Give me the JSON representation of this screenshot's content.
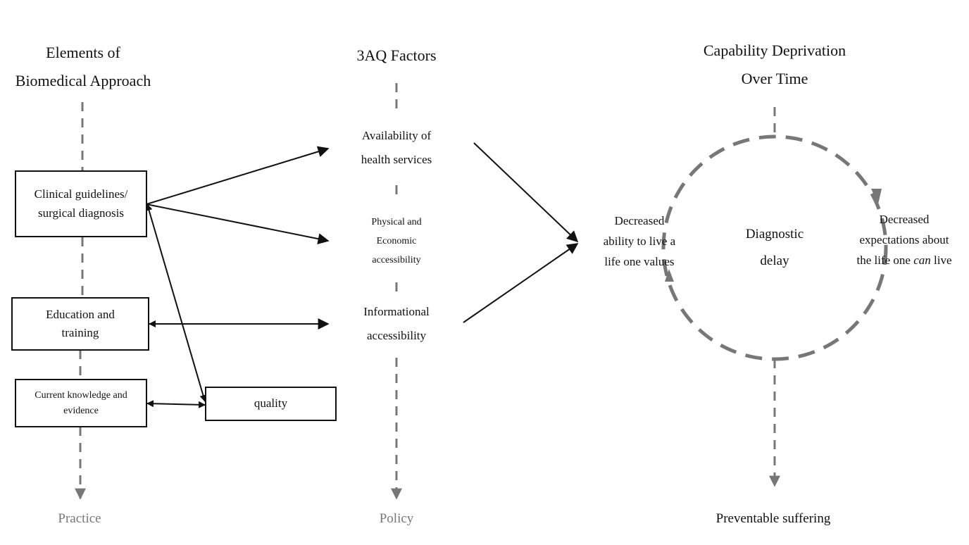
{
  "columns": {
    "biomedical": {
      "heading_line1": "Elements of",
      "heading_line2": "Biomedical Approach",
      "footer": "Practice"
    },
    "factors": {
      "heading": "3AQ Factors",
      "footer": "Policy"
    },
    "capability": {
      "heading_line1": "Capability Deprivation",
      "heading_line2": "Over Time",
      "footer": "Preventable suffering"
    }
  },
  "boxes": {
    "clinical": {
      "line1": "Clinical guidelines/",
      "line2": "surgical diagnosis"
    },
    "education": {
      "line1": "Education and",
      "line2": "training"
    },
    "knowledge": {
      "line1": "Current knowledge and",
      "line2": "evidence"
    },
    "quality": {
      "label": "quality"
    }
  },
  "factors": {
    "availability": {
      "line1": "Availability of",
      "line2": "health services"
    },
    "physical": {
      "line1": "Physical and",
      "line2": "Economic",
      "line3": "accessibility"
    },
    "informational": {
      "line1": "Informational",
      "line2": "accessibility"
    }
  },
  "cycle": {
    "center": {
      "line1": "Diagnostic",
      "line2": "delay"
    },
    "left": {
      "line1": "Decreased",
      "line2": "ability to live a",
      "line3": "life one values"
    },
    "right": {
      "line1": "Decreased",
      "line2": "expectations about",
      "line3_prefix": "the life one ",
      "line3_emphasis": "can",
      "line3_suffix": " live"
    }
  },
  "colors": {
    "stroke": "#111111",
    "dashed": "#777777",
    "muted_text": "#777777"
  }
}
